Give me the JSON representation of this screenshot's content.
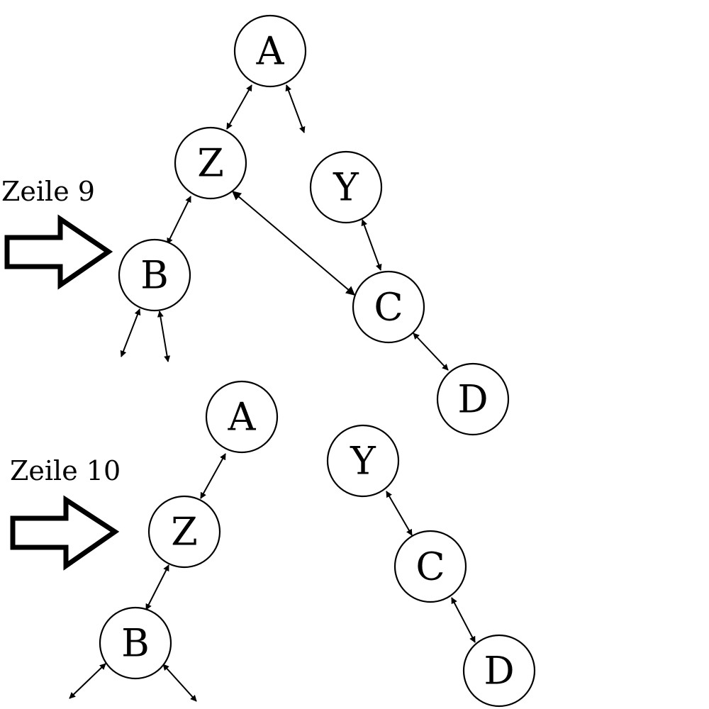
{
  "panels": [
    {
      "caption": "Zeile 9",
      "nodes": {
        "a": "A",
        "z": "Z",
        "y": "Y",
        "b": "B",
        "c": "C",
        "d": "D"
      }
    },
    {
      "caption": "Zeile 10",
      "nodes": {
        "a": "A",
        "z": "Z",
        "y": "Y",
        "b": "B",
        "c": "C",
        "d": "D"
      }
    }
  ],
  "edges": {
    "panel1": [
      {
        "from": "A",
        "to": "Z",
        "style": "double-arrow"
      },
      {
        "from": "A",
        "to": "",
        "style": "double-arrow"
      },
      {
        "from": "Z",
        "to": "B",
        "style": "double-arrow"
      },
      {
        "from": "Z",
        "to": "C",
        "style": "double-arrow"
      },
      {
        "from": "Y",
        "to": "C",
        "style": "double-arrow"
      },
      {
        "from": "C",
        "to": "D",
        "style": "double-arrow"
      },
      {
        "from": "B",
        "to": "",
        "style": "double-arrow"
      },
      {
        "from": "B",
        "to": "",
        "style": "double-arrow"
      }
    ],
    "panel2": [
      {
        "from": "A",
        "to": "Z",
        "style": "double-arrow"
      },
      {
        "from": "Z",
        "to": "B",
        "style": "double-arrow"
      },
      {
        "from": "Y",
        "to": "C",
        "style": "double-arrow"
      },
      {
        "from": "C",
        "to": "D",
        "style": "double-arrow"
      },
      {
        "from": "B",
        "to": "",
        "style": "double-arrow"
      },
      {
        "from": "B",
        "to": "",
        "style": "double-arrow"
      }
    ]
  },
  "colors": {
    "stroke": "#000000",
    "fill": "#ffffff"
  }
}
